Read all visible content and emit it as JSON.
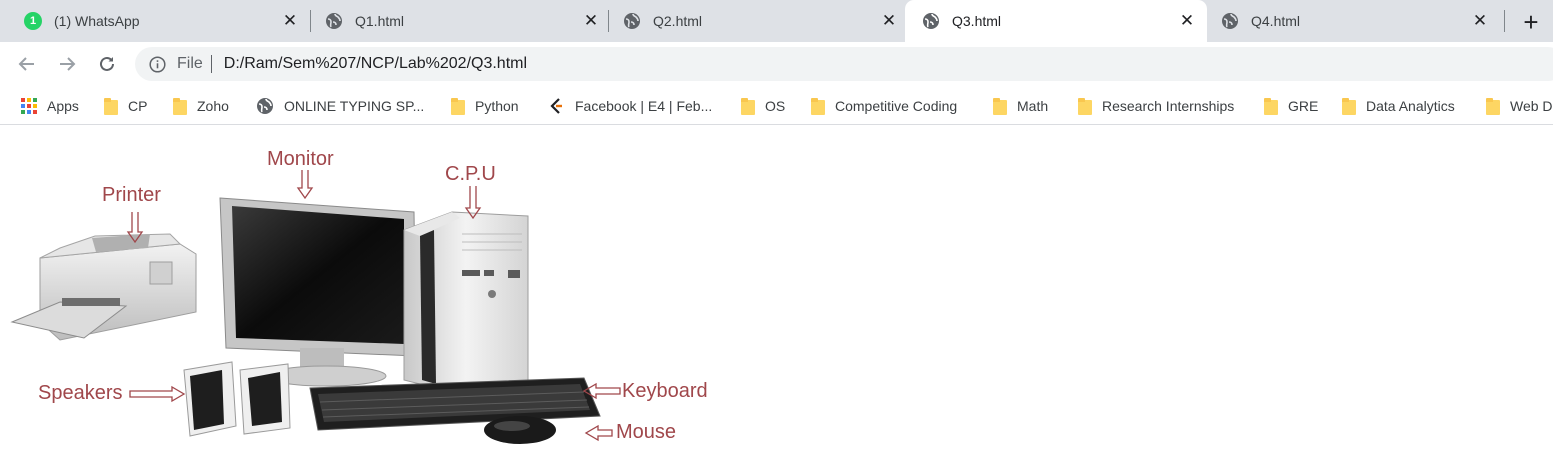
{
  "tabs": [
    {
      "title": "(1) WhatsApp",
      "badge": "1",
      "active": false
    },
    {
      "title": "Q1.html",
      "active": false
    },
    {
      "title": "Q2.html",
      "active": false
    },
    {
      "title": "Q3.html",
      "active": true
    },
    {
      "title": "Q4.html",
      "active": false
    }
  ],
  "toolbar": {
    "scheme_label": "File",
    "url": "D:/Ram/Sem%207/NCP/Lab%202/Q3.html"
  },
  "bookmarks": [
    {
      "label": "Apps",
      "icon": "apps-grid-icon"
    },
    {
      "label": "CP",
      "icon": "folder-icon"
    },
    {
      "label": "Zoho",
      "icon": "folder-icon"
    },
    {
      "label": "ONLINE TYPING SP...",
      "icon": "globe-icon"
    },
    {
      "label": "Python",
      "icon": "folder-icon"
    },
    {
      "label": "Facebook | E4 | Feb...",
      "icon": "bookmark-favicon"
    },
    {
      "label": "OS",
      "icon": "folder-icon"
    },
    {
      "label": "Competitive Coding",
      "icon": "folder-icon"
    },
    {
      "label": "Math",
      "icon": "folder-icon"
    },
    {
      "label": "Research Internships",
      "icon": "folder-icon"
    },
    {
      "label": "GRE",
      "icon": "folder-icon"
    },
    {
      "label": "Data Analytics",
      "icon": "folder-icon"
    },
    {
      "label": "Web D",
      "icon": "folder-icon"
    }
  ],
  "image": {
    "labels": {
      "monitor": "Monitor",
      "printer": "Printer",
      "cpu": "C.P.U",
      "speakers": "Speakers",
      "keyboard": "Keyboard",
      "mouse": "Mouse"
    }
  },
  "colors": {
    "tabstrip": "#dee1e6",
    "whatsapp_badge": "#25d366",
    "label_text": "#a0474b"
  }
}
